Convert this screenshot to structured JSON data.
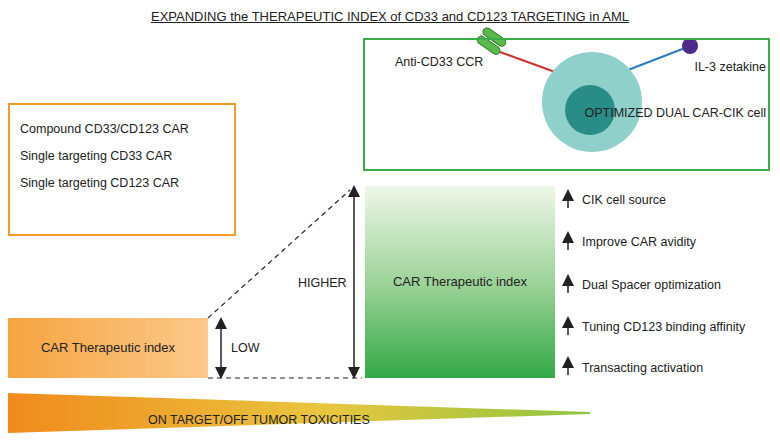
{
  "diagram": {
    "title": "EXPANDING the THERAPEUTIC INDEX of CD33 and CD123 TARGETING in AML",
    "nodes": [
      {
        "text": [
          "Compound CD33/CD123 CAR",
          "Single targeting CD33 CAR",
          "Single targeting CD123 CAR"
        ]
      },
      {
        "text": [
          "Anti-CD33 CCR",
          "IL-3 zetakine",
          "OPTIMIZED DUAL CAR-CIK cell"
        ]
      },
      {
        "text": [
          "CAR Therapeutic index"
        ]
      },
      {
        "text": [
          "CAR Therapeutic index"
        ]
      },
      {
        "text": [
          "ON TARGET/OFF TUMOR TOXICITIES"
        ]
      }
    ],
    "labels": [
      "LOW",
      "HIGHER",
      "CIK cell source",
      "Improve CAR avidity",
      "Dual Spacer optimization",
      "Tuning CD123 binding affinity",
      "Transacting activation"
    ]
  }
}
